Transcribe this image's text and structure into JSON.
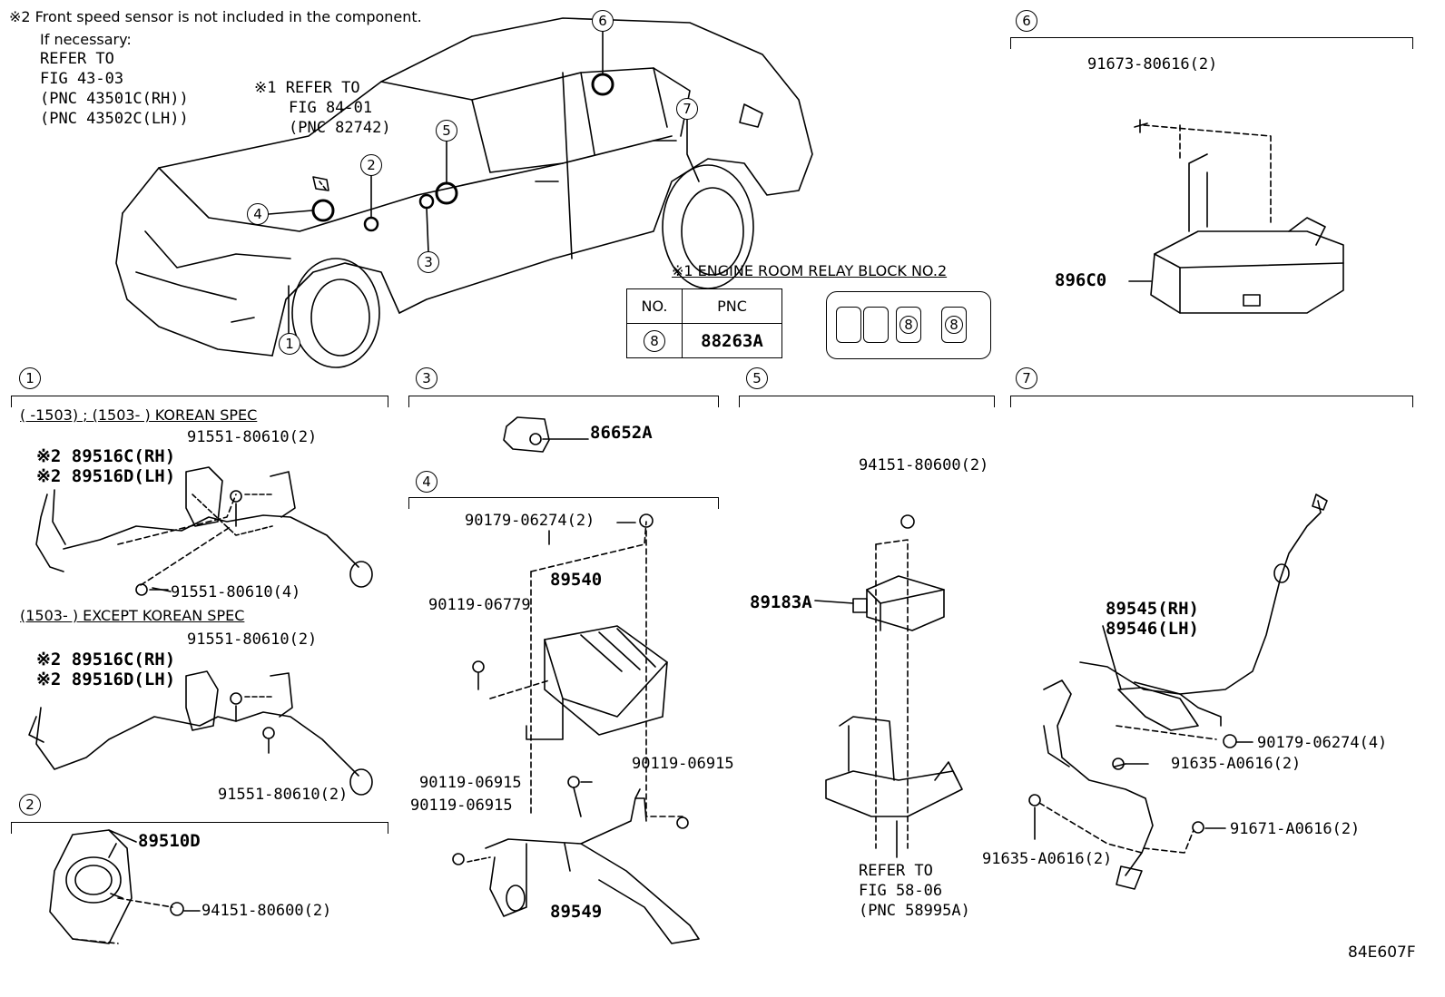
{
  "notes": {
    "note2_line1": "※2 Front speed sensor is not included in the component.",
    "note2_line2": "If necessary:",
    "note2_ref": [
      "REFER TO",
      "FIG 43-03",
      "(PNC 43501C(RH))",
      "(PNC 43502C(LH))"
    ],
    "note1_ref": [
      "※1 REFER TO",
      "FIG 84-01",
      "(PNC 82742)"
    ],
    "relay_title": "※1  ENGINE ROOM RELAY BLOCK NO.2"
  },
  "callouts": [
    "1",
    "2",
    "3",
    "4",
    "5",
    "6",
    "7"
  ],
  "relay_table": {
    "headers": [
      "NO.",
      "PNC"
    ],
    "rows": [
      {
        "no": "8",
        "pnc": "88263A"
      }
    ],
    "slots": [
      "",
      "",
      "8",
      "8"
    ]
  },
  "section1": {
    "num": "1",
    "spec1": "(        -1503) ; (1503-        ) KOREAN SPEC",
    "spec2": "(1503-        ) EXCEPT KOREAN SPEC",
    "a_rh": "※2 89516C(RH)",
    "a_lh": "※2 89516D(LH)",
    "a_bolt1": "91551-80610(2)",
    "a_bolt2": "91551-80610(4)",
    "b_rh": "※2 89516C(RH)",
    "b_lh": "※2 89516D(LH)",
    "b_bolt1": "91551-80610(2)",
    "b_bolt2": "91551-80610(2)"
  },
  "section2": {
    "num": "2",
    "part": "89510D",
    "nut": "94151-80600(2)"
  },
  "section3": {
    "num": "3",
    "part": "86652A"
  },
  "section4": {
    "num": "4",
    "nut": "90179-06274(2)",
    "ecu": "89540",
    "bolt1": "90119-06779",
    "bolt2": "90119-06915",
    "bolt3": "90119-06915",
    "bolt4": "90119-06915",
    "bracket": "89549"
  },
  "section5": {
    "num": "5",
    "nut": "94151-80600(2)",
    "sensor": "89183A",
    "ref": [
      "REFER TO",
      "FIG 58-06",
      "(PNC 58995A)"
    ]
  },
  "section6": {
    "num": "6",
    "bolt": "91673-80616(2)",
    "part": "896C0"
  },
  "section7": {
    "num": "7",
    "rh": "89545(RH)",
    "lh": "89546(LH)",
    "nut": "90179-06274(4)",
    "bolt1": "91635-A0616(2)",
    "bolt2": "91671-A0616(2)",
    "bolt3": "91635-A0616(2)"
  },
  "figure_id": "84E607F"
}
